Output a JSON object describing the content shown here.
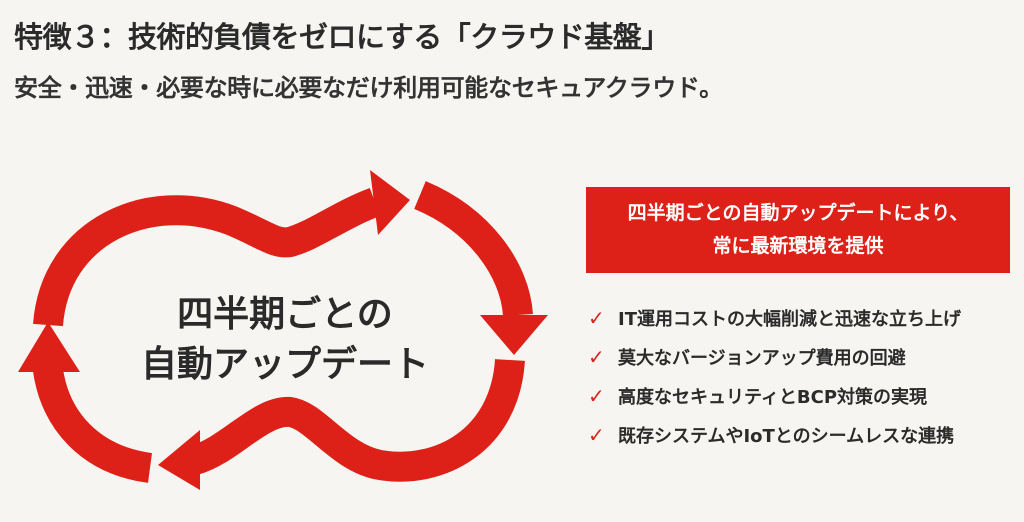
{
  "header": {
    "title": "特徴３：技術的負債をゼロにする「クラウド基盤」",
    "subtitle": "安全・迅速・必要な時に必要なだけ利用可能なセキュアクラウド。"
  },
  "diagram": {
    "center_line1": "四半期ごとの",
    "center_line2": "自動アップデート",
    "color": "#de2118"
  },
  "banner": {
    "line1": "四半期ごとの自動アップデートにより、",
    "line2": "常に最新環境を提供"
  },
  "benefits": [
    {
      "icon": "check-icon",
      "text": "IT運用コストの大幅削減と迅速な立ち上げ"
    },
    {
      "icon": "check-icon",
      "text": "莫大なバージョンアップ費用の回避"
    },
    {
      "icon": "check-icon",
      "text": "高度なセキュリティとBCP対策の実現"
    },
    {
      "icon": "check-icon",
      "text": "既存システムやIoTとのシームレスな連携"
    }
  ]
}
